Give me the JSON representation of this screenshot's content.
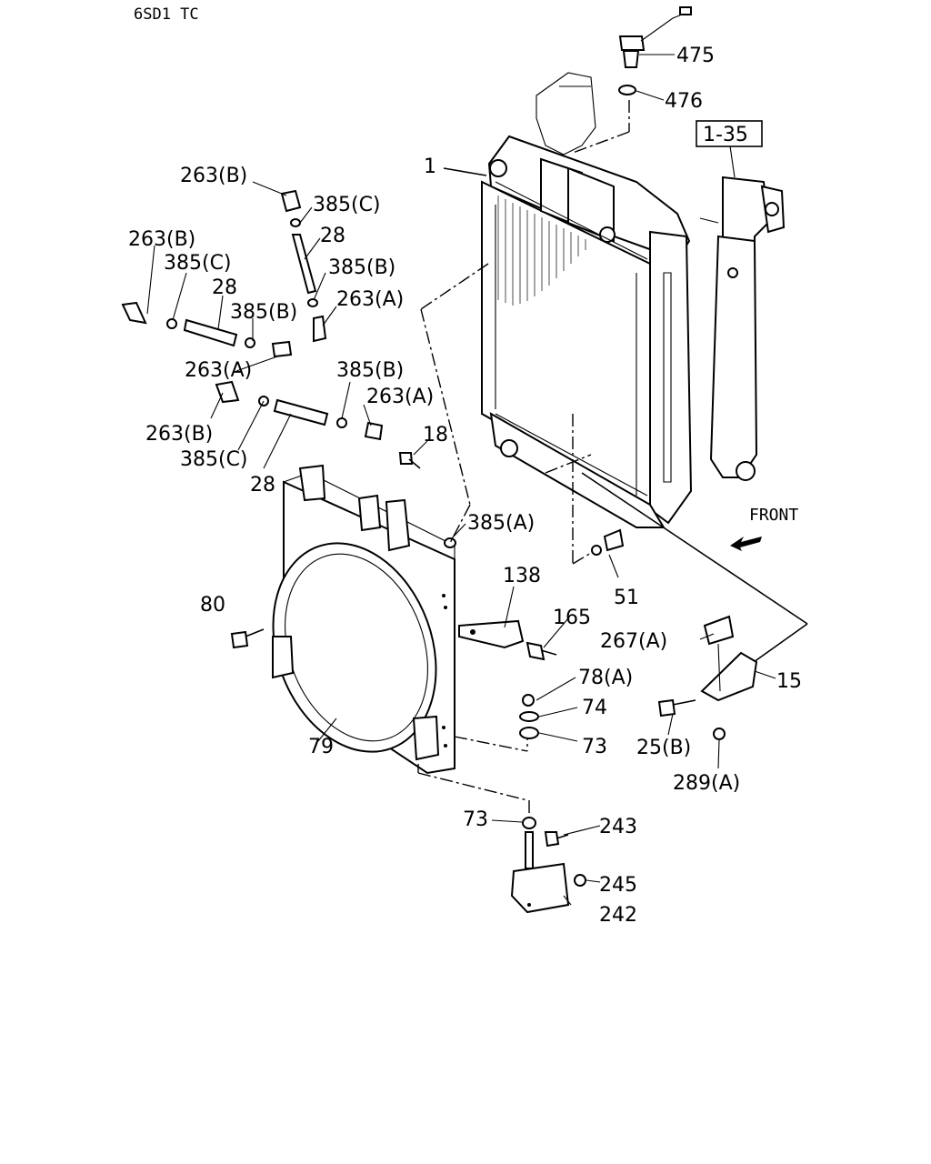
{
  "header": {
    "model_code": "6SD1 TC"
  },
  "front_indicator": {
    "label": "FRONT"
  },
  "ref_box": {
    "label": "1-35"
  },
  "callouts": [
    "475",
    "476",
    "1",
    "263(B)",
    "385(C)",
    "28",
    "263(B)",
    "385(C)",
    "385(B)",
    "28",
    "385(B)",
    "263(A)",
    "263(A)",
    "385(B)",
    "263(A)",
    "18",
    "263(B)",
    "385(C)",
    "28",
    "385(A)",
    "80",
    "138",
    "165",
    "51",
    "267(A)",
    "15",
    "78(A)",
    "74",
    "73",
    "79",
    "25(B)",
    "289(A)",
    "73",
    "243",
    "245",
    "242"
  ]
}
